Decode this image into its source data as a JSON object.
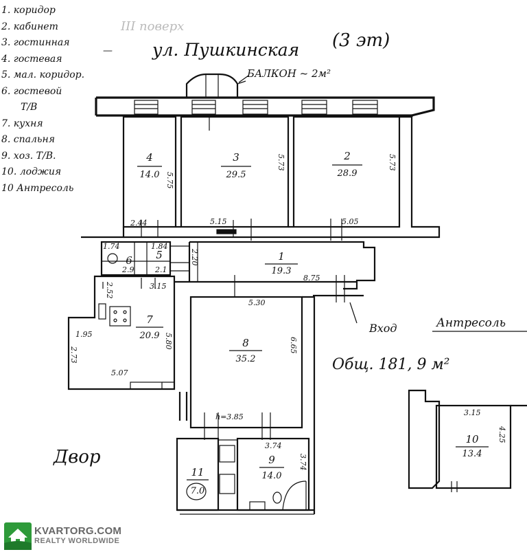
{
  "header": {
    "floor_note": "III поверх",
    "street": "ул. Пушкинская",
    "floor_tag": "(3 эт)",
    "balcony": "БАЛКОН ~ 2м²"
  },
  "legend": [
    "1. коридор",
    "2. кабинет",
    "3. гостинная",
    "4. гостевая",
    "5. мал. коридор.",
    "6. гостевой",
    "Т/В",
    "7. кухня",
    "8. спальня",
    "9. хоз. Т/В.",
    "10. лоджия",
    "10 Антресоль"
  ],
  "rooms": [
    {
      "num": "4",
      "area": "14.0"
    },
    {
      "num": "3",
      "area": "29.5"
    },
    {
      "num": "2",
      "area": "28.9"
    },
    {
      "num": "1",
      "area": "19.3"
    },
    {
      "num": "5",
      "area": ""
    },
    {
      "num": "6",
      "area": ""
    },
    {
      "num": "7",
      "area": "20.9"
    },
    {
      "num": "8",
      "area": "35.2"
    },
    {
      "num": "9",
      "area": "14.0"
    },
    {
      "num": "11",
      "area": "7.0"
    },
    {
      "num": "10",
      "area": "13.4"
    }
  ],
  "dimensions": {
    "d_575a": "5.75",
    "d_573a": "5.73",
    "d_573b": "5.73",
    "d_244": "2.44",
    "d_515": "5.15",
    "d_505": "5.05",
    "d_174": "1.74",
    "d_184": "1.84",
    "d_29": "2.9",
    "d_21": "2.1",
    "d_220": "2.20",
    "d_875": "8.75",
    "d_252": "2.52",
    "d_315a": "3.15",
    "d_195": "1.95",
    "d_273": "2.73",
    "d_507": "5.07",
    "d_380": "5.80",
    "d_530": "5.30",
    "d_665": "6.65",
    "d_h385": "h=3.85",
    "d_374": "3.74",
    "d_374v": "3.74",
    "d_315b": "3.15",
    "d_425": "4.25"
  },
  "annotations": {
    "entrance": "Вход",
    "mezzanine": "Антресоль",
    "total": "Общ. 181, 9 м²",
    "yard": "Двор"
  },
  "watermark": {
    "brand": "KVARTORG.COM",
    "tagline": "REALTY WORLDWIDE"
  }
}
